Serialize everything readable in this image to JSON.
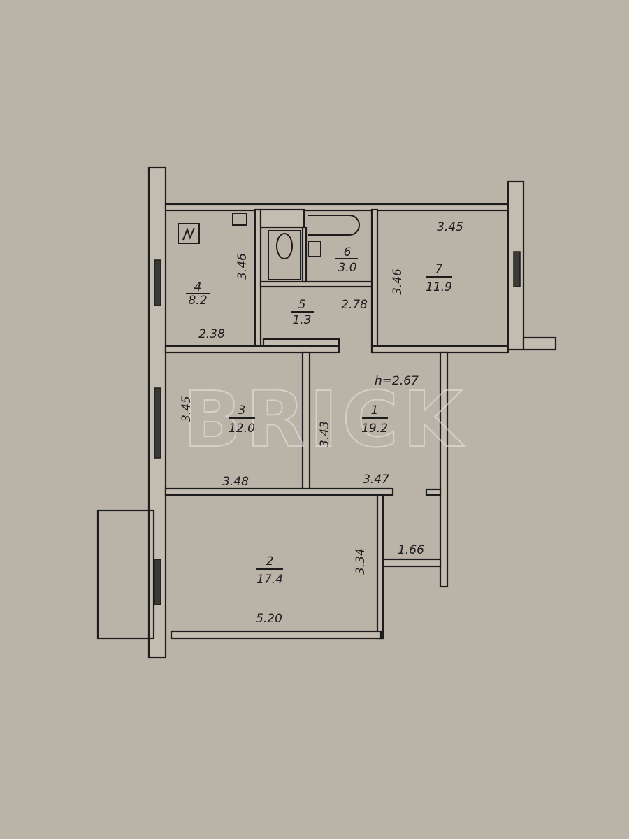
{
  "plan": {
    "ceiling_height": "h=2.67",
    "watermark": "BRICK",
    "rooms": [
      {
        "number": "1",
        "area": "19.2"
      },
      {
        "number": "2",
        "area": "17.4"
      },
      {
        "number": "3",
        "area": "12.0"
      },
      {
        "number": "4",
        "area": "8.2"
      },
      {
        "number": "5",
        "area": "1.3"
      },
      {
        "number": "6",
        "area": "3.0"
      },
      {
        "number": "7",
        "area": "11.9"
      }
    ],
    "dimensions": {
      "room4_height": "3.46",
      "room4_width": "2.38",
      "room5_width": "2.78",
      "room7_height": "3.46",
      "room7_width": "3.45",
      "room3_height": "3.45",
      "room3_width": "3.48",
      "room1_height": "3.43",
      "room1_width": "3.47",
      "room2_height": "3.34",
      "room2_width": "5.20",
      "hall_width": "1.66"
    }
  }
}
